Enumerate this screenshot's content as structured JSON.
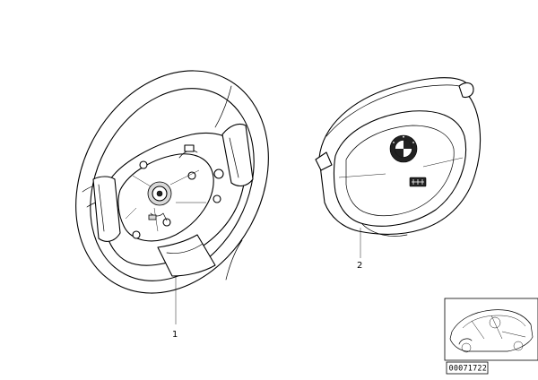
{
  "parts": [
    {
      "callout": "1",
      "icon": "steering-wheel"
    },
    {
      "callout": "2",
      "icon": "airbag-module"
    }
  ],
  "thumbnail": {
    "icon": "car-location-thumbnail"
  },
  "drawing_number": "00071722"
}
